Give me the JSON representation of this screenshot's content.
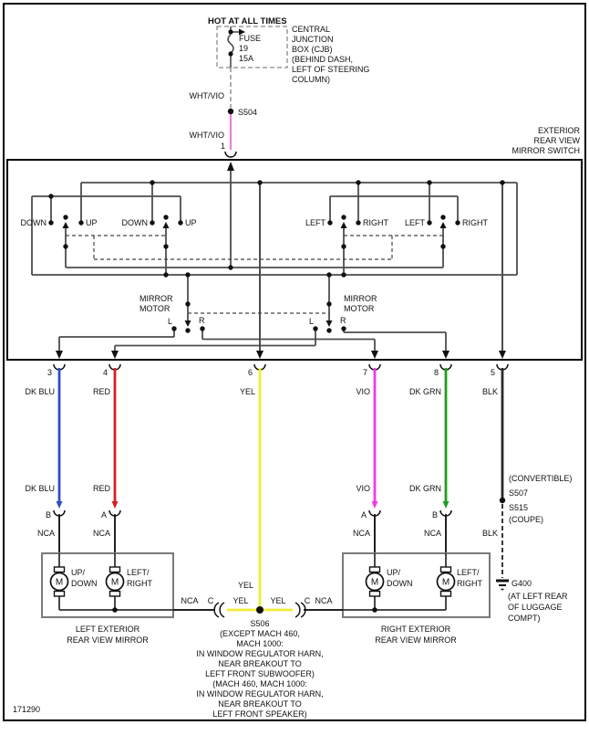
{
  "power": {
    "hot": "HOT AT ALL TIMES",
    "fuse_name": "FUSE",
    "fuse_num": "19",
    "fuse_amp": "15A",
    "cjb": [
      "CENTRAL",
      "JUNCTION",
      "BOX (CJB)",
      "(BEHIND DASH,",
      "LEFT OF STEERING",
      "COLUMN)"
    ],
    "wire": "WHT/VIO",
    "splice": "S504",
    "pin": "1",
    "hex": "#e87fdd"
  },
  "switch": {
    "title": [
      "EXTERIOR",
      "REAR VIEW",
      "MIRROR SWITCH"
    ],
    "rockers": [
      "DOWN",
      "UP",
      "DOWN",
      "UP",
      "LEFT",
      "RIGHT",
      "LEFT",
      "RIGHT"
    ],
    "motor_label": [
      "MIRROR",
      "MOTOR"
    ],
    "l": "L",
    "r": "R"
  },
  "pins": [
    {
      "num": "3",
      "color": "DK BLU",
      "hex": "#2f4fc4"
    },
    {
      "num": "4",
      "color": "RED",
      "hex": "#d42020"
    },
    {
      "num": "6",
      "color": "YEL",
      "hex": "#f0ec38"
    },
    {
      "num": "7",
      "color": "VIO",
      "hex": "#ea3cea"
    },
    {
      "num": "8",
      "color": "DK GRN",
      "hex": "#1f9e1f"
    },
    {
      "num": "5",
      "color": "BLK",
      "hex": "#2b2b2b"
    }
  ],
  "connectors": {
    "b": "B",
    "a": "A",
    "nca": "NCA",
    "c": "C"
  },
  "right_drop": {
    "convertible": "(CONVERTIBLE)",
    "s507": "S507",
    "s515": "S515",
    "coupe": "(COUPE)",
    "blk": "BLK"
  },
  "ground": {
    "id": "G400",
    "loc": [
      "(AT LEFT REAR",
      "OF LUGGAGE",
      "COMPT)"
    ]
  },
  "left_mirror": {
    "motor1": [
      "UP/",
      "DOWN"
    ],
    "motor2": [
      "LEFT/",
      "RIGHT"
    ],
    "title": [
      "LEFT EXTERIOR",
      "REAR VIEW MIRROR"
    ]
  },
  "right_mirror": {
    "motor1": [
      "UP/",
      "DOWN"
    ],
    "motor2": [
      "LEFT/",
      "RIGHT"
    ],
    "title": [
      "RIGHT EXTERIOR",
      "REAR VIEW MIRROR"
    ]
  },
  "s506": {
    "id": "S506",
    "yel": "YEL",
    "note": [
      "(EXCEPT MACH 460,",
      "MACH 1000:",
      "IN WINDOW REGULATOR HARN,",
      "NEAR BREAKOUT TO",
      "LEFT FRONT SUBWOOFER)",
      "(MACH 460, MACH 1000:",
      "IN WINDOW REGULATOR HARN,",
      "NEAR BREAKOUT TO",
      "LEFT FRONT SPEAKER)"
    ]
  },
  "motor_m": "M",
  "doc_number": "171290"
}
